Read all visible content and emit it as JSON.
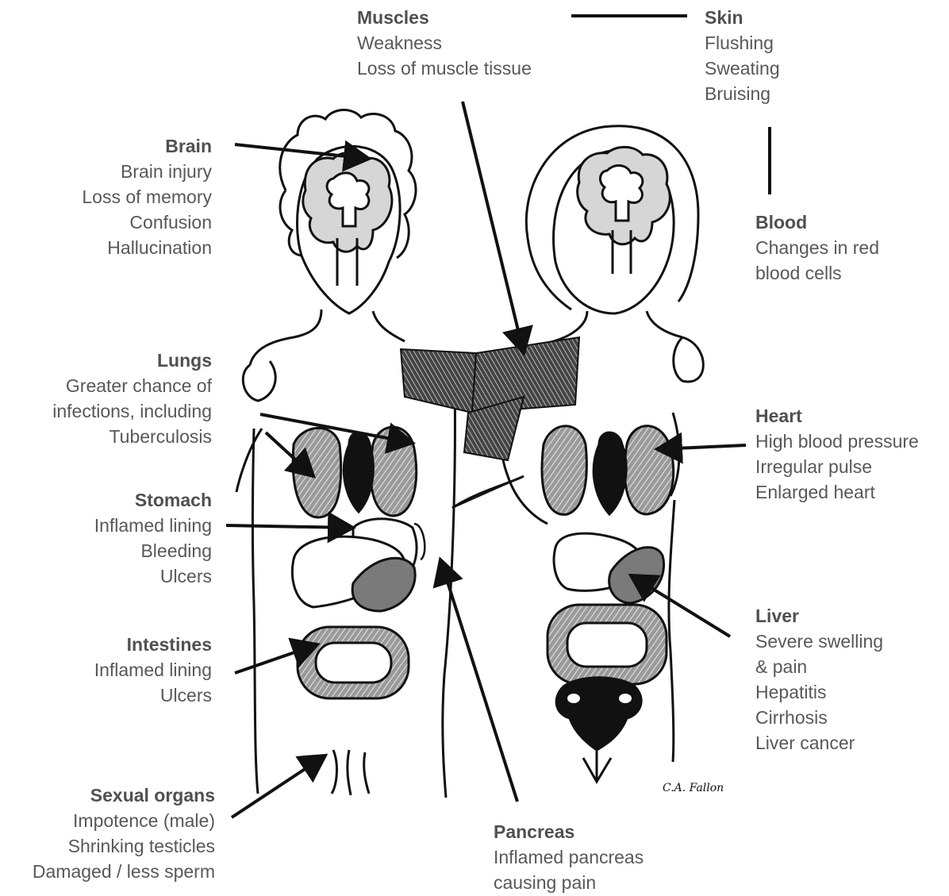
{
  "labels": {
    "muscles": {
      "title": "Muscles",
      "lines": [
        "Weakness",
        "Loss of muscle tissue"
      ]
    },
    "skin": {
      "title": "Skin",
      "lines": [
        "Flushing",
        "Sweating",
        "Bruising"
      ]
    },
    "brain": {
      "title": "Brain",
      "lines": [
        "Brain injury",
        "Loss of memory",
        "Confusion",
        "Hallucination"
      ]
    },
    "blood": {
      "title": "Blood",
      "lines": [
        "Changes in red",
        "blood cells"
      ]
    },
    "lungs": {
      "title": "Lungs",
      "lines": [
        "Greater chance of",
        "infections, including",
        "Tuberculosis"
      ]
    },
    "heart": {
      "title": "Heart",
      "lines": [
        "High blood pressure",
        "Irregular pulse",
        "Enlarged heart"
      ]
    },
    "stomach": {
      "title": "Stomach",
      "lines": [
        "Inflamed lining",
        "Bleeding",
        "Ulcers"
      ]
    },
    "liver": {
      "title": "Liver",
      "lines": [
        "Severe swelling",
        "& pain",
        "Hepatitis",
        "Cirrhosis",
        "Liver cancer"
      ]
    },
    "intestines": {
      "title": "Intestines",
      "lines": [
        "Inflamed lining",
        "Ulcers"
      ]
    },
    "sexual_organs": {
      "title": "Sexual organs",
      "lines": [
        "Impotence (male)",
        "Shrinking testicles",
        "Damaged / less sperm"
      ]
    },
    "pancreas": {
      "title": "Pancreas",
      "lines": [
        "Inflamed pancreas",
        "causing pain"
      ]
    }
  },
  "signature": "C.A. Fallon",
  "colors": {
    "label_title": "#505050",
    "label_text": "#585858",
    "ink": "#111111",
    "organ_gray": "#8a8a8a"
  }
}
